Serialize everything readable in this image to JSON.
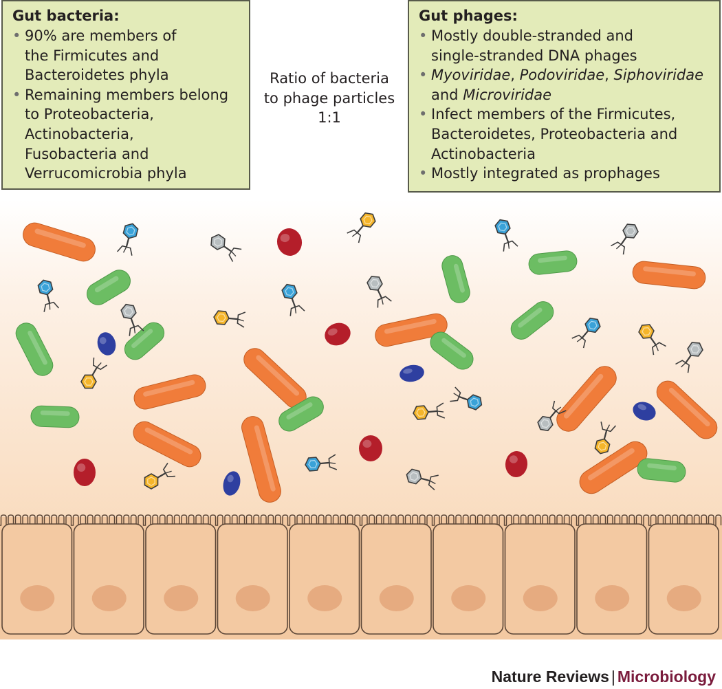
{
  "bacteria_box": {
    "title": "Gut bacteria:",
    "bullets": [
      [
        "90% are members of",
        "the Firmicutes and",
        "Bacteroidetes phyla"
      ],
      [
        "Remaining members belong",
        "to Proteobacteria,",
        "Actinobacteria,",
        "Fusobacteria and",
        "Verrucomicrobia phyla"
      ]
    ]
  },
  "ratio": {
    "line1": "Ratio of bacteria",
    "line2": "to phage particles",
    "value": "1:1"
  },
  "phage_box": {
    "title": "Gut phages:",
    "bullet1": [
      "Mostly double-stranded and",
      "single-stranded DNA phages"
    ],
    "bullet2": {
      "myo": "Myoviridae",
      "sep1": ", ",
      "podo": "Podoviridae",
      "sep2": ", ",
      "sipho": "Siphoviridae",
      "and": "and ",
      "micro": "Microviridae"
    },
    "bullet3": [
      "Infect members of the Firmicutes,",
      "Bacteroidetes, Proteobacteria and",
      "Actinobacteria"
    ],
    "bullet4": "Mostly integrated as prophages"
  },
  "journal": {
    "name": "Nature Reviews",
    "separator": "|",
    "section": "Microbiology"
  },
  "colors": {
    "box_fill": "#e3ebb9",
    "rod_orange": "#f07c3a",
    "rod_green": "#6cbd63",
    "coccus_red": "#b41e2a",
    "coccus_blue": "#2e3fa0",
    "phage_blue": "#3aa2d8",
    "phage_grey": "#b8bec0",
    "phage_yellow": "#f5b52a",
    "epithelium": "#f3c9a2",
    "nucleus": "#e6ab80",
    "brand_accent": "#7a1b3c"
  }
}
